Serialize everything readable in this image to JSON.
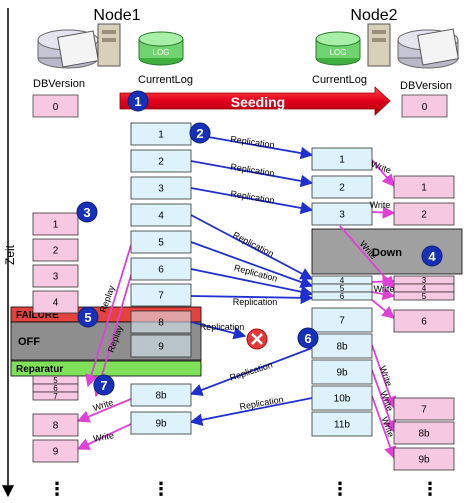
{
  "nodes": {
    "node1": "Node1",
    "node2": "Node2"
  },
  "db_icon_label": "LOG",
  "labels": {
    "dbversion": "DBVersion",
    "currentlog": "CurrentLog",
    "zeit": "Zeit",
    "seeding": "Seeding",
    "failure": "FAILURE",
    "off": "OFF",
    "reparatur": "Reparatur",
    "down": "Down",
    "replication": "Replication",
    "write": "Write",
    "replay": "Replay",
    "dots": "⋮"
  },
  "markers": [
    "1",
    "2",
    "3",
    "4",
    "5",
    "6",
    "7"
  ],
  "dbversion_initial": {
    "node1": "0",
    "node2": "0"
  },
  "node1_log": [
    "1",
    "2",
    "3",
    "4",
    "5",
    "6",
    "7",
    "8",
    "9",
    "8b",
    "9b"
  ],
  "node2_log": [
    "1",
    "2",
    "3",
    "4",
    "5",
    "6",
    "7",
    "8b",
    "9b",
    "10b",
    "11b"
  ],
  "node1_db_before_failure": [
    "1",
    "2",
    "3",
    "4"
  ],
  "node1_db_replayed": [
    "5",
    "6",
    "7"
  ],
  "node1_db_after": [
    "8",
    "9"
  ],
  "node2_db": [
    "1",
    "2",
    "3",
    "4",
    "5",
    "6",
    "7",
    "8b",
    "9b"
  ],
  "colors": {
    "log_box": "#ddf2fb",
    "db_box": "#f7c8e2",
    "seeding": "#e2001a",
    "marker": "#1730b8",
    "arrow_blue": "#1f2fd0",
    "arrow_pink": "#e040d8",
    "failure": "#e4423c",
    "off": "#8e8e8e",
    "reparatur": "#7fe05a",
    "down": "#a0a0a0",
    "error": "#e23a3a"
  }
}
